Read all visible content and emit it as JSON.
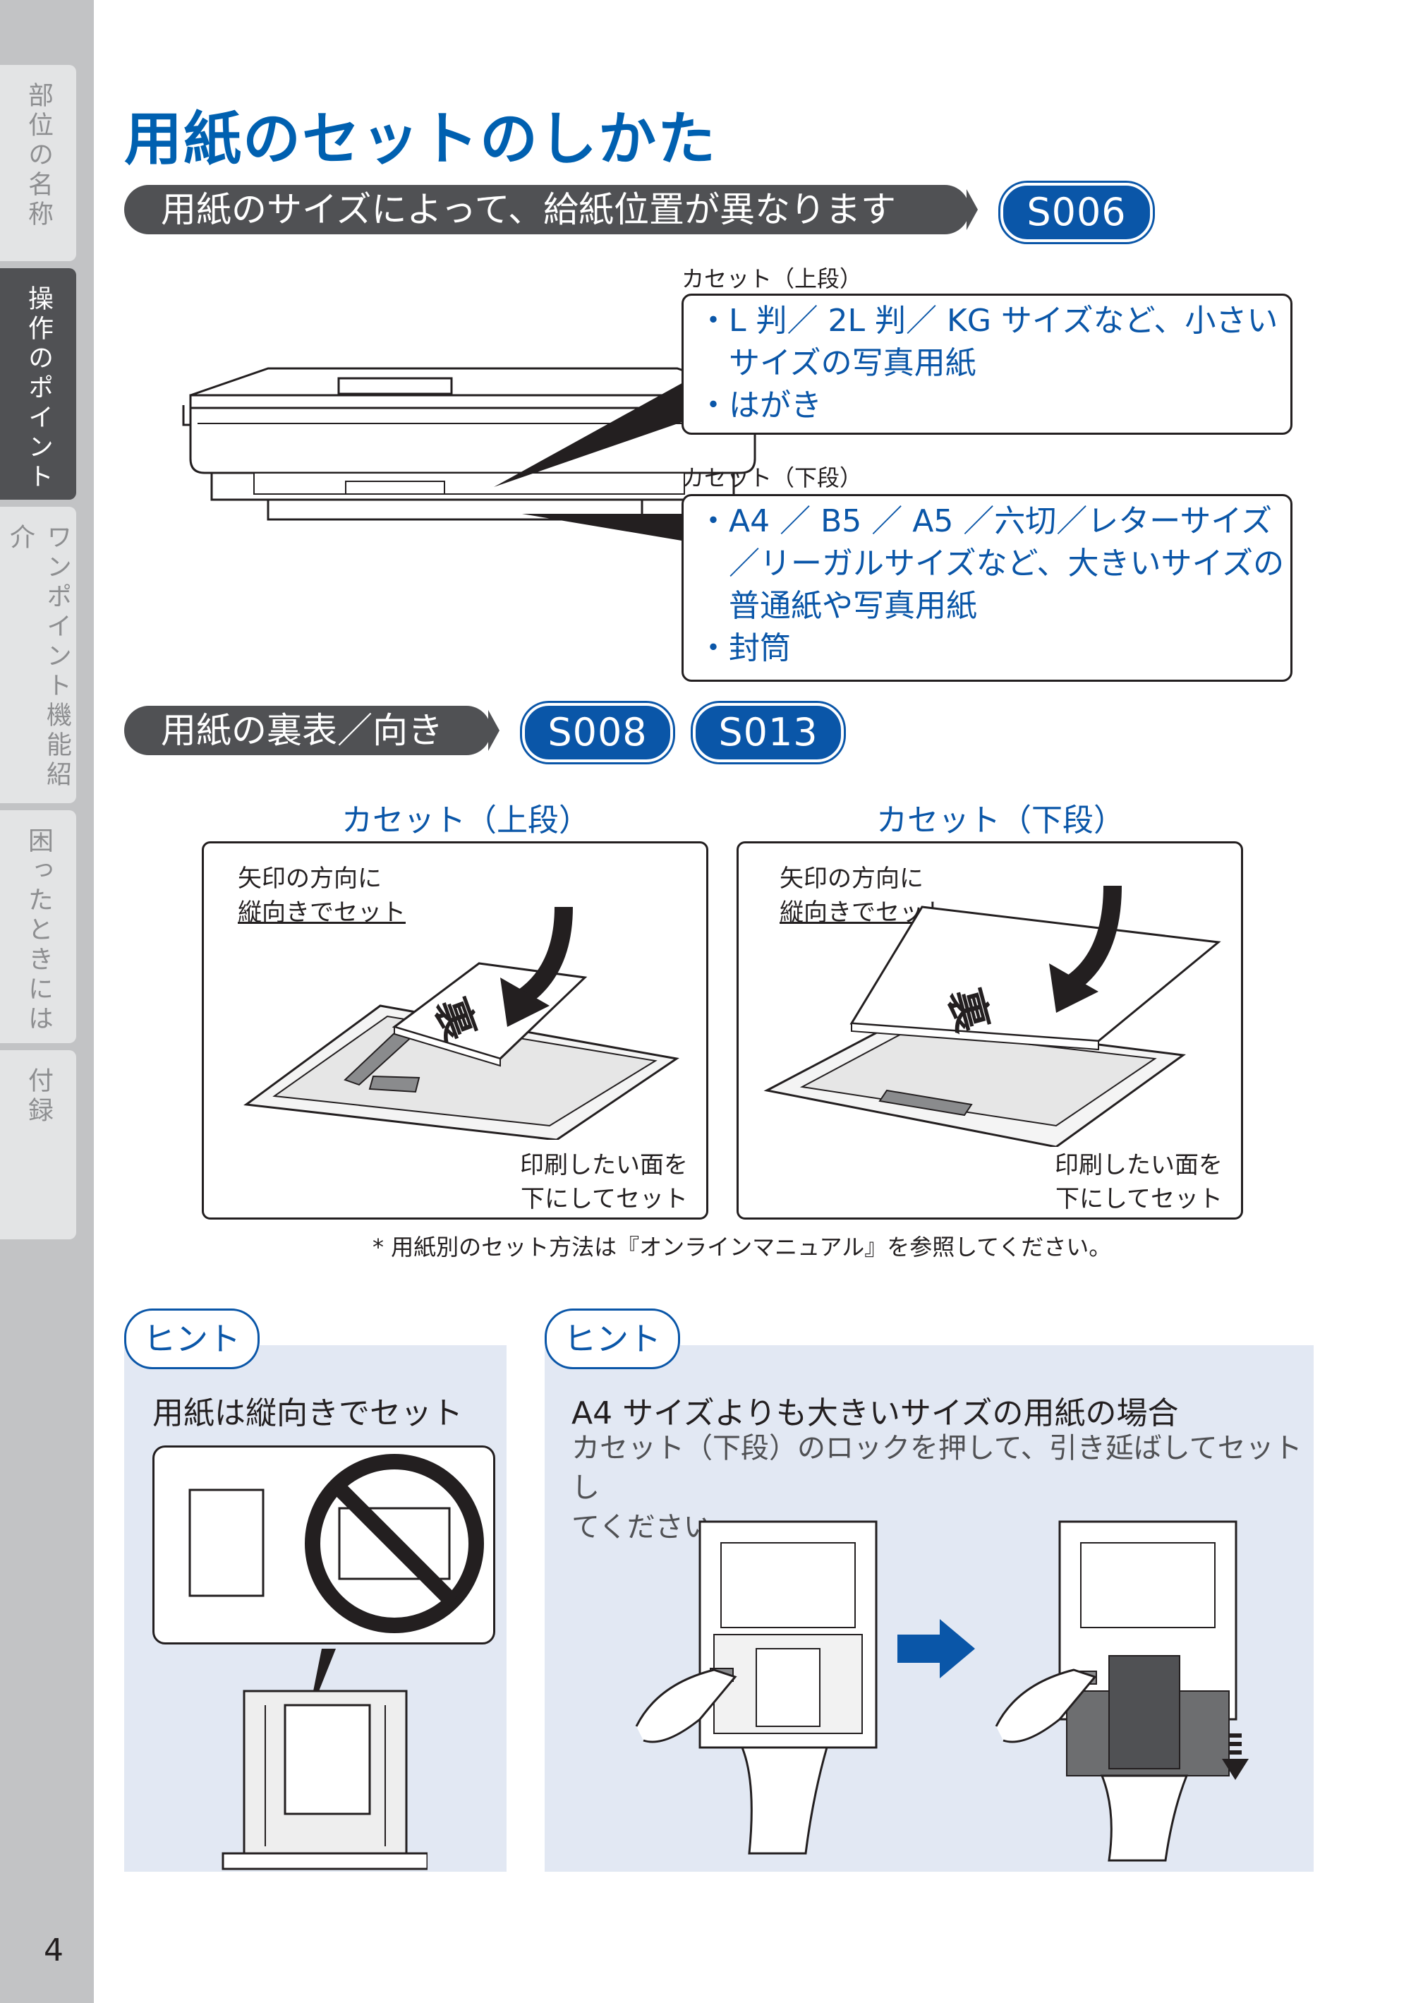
{
  "side_tabs": [
    {
      "label": "部位の名称",
      "active": false
    },
    {
      "label": "操作のポイント",
      "active": true
    },
    {
      "label": "ワンポイント機能紹介",
      "active": false
    },
    {
      "label": "困ったときには",
      "active": false
    },
    {
      "label": "付録",
      "active": false
    }
  ],
  "page_number": "4",
  "title": "用紙のセットのしかた",
  "section1": {
    "heading": "用紙のサイズによって、給紙位置が異なります",
    "badge": "S006",
    "upper": {
      "caption": "カセット（上段）",
      "lines": [
        "・L 判／ 2L 判／ KG サイズなど、小さい",
        "　サイズの写真用紙",
        "・はがき"
      ]
    },
    "lower": {
      "caption": "カセット（下段）",
      "lines": [
        "・A4 ／ B5 ／ A5 ／六切／レターサイズ",
        "　／リーガルサイズなど、大きいサイズの",
        "　普通紙や写真用紙",
        "・封筒"
      ]
    }
  },
  "section2": {
    "heading": "用紙の裏表／向き",
    "badges": [
      "S008",
      "S013"
    ],
    "panels": [
      {
        "head": "カセット（上段）",
        "top1": "矢印の方向に",
        "top2": "縦向きでセット",
        "paper_mark": "裏",
        "bottom1": "印刷したい面を",
        "bottom2": "下にしてセット"
      },
      {
        "head": "カセット（下段）",
        "top1": "矢印の方向に",
        "top2": "縦向きでセット",
        "paper_mark": "裏",
        "bottom1": "印刷したい面を",
        "bottom2": "下にしてセット"
      }
    ],
    "footnote": "* 用紙別のセット方法は『オンラインマニュアル』を参照してください。"
  },
  "hints": [
    {
      "tag": "ヒント",
      "title": "用紙は縦向きでセット"
    },
    {
      "tag": "ヒント",
      "title": "A4 サイズよりも大きいサイズの用紙の場合",
      "body": "カセット（下段）のロックを押して、引き延ばしてセットし",
      "body2": "てください。"
    }
  ],
  "colors": {
    "accent_blue": "#0a56a8",
    "title_blue": "#0060b0",
    "dark_gray": "#505154",
    "side_gray": "#c2c3c5",
    "hint_bg": "#e2e8f3"
  }
}
